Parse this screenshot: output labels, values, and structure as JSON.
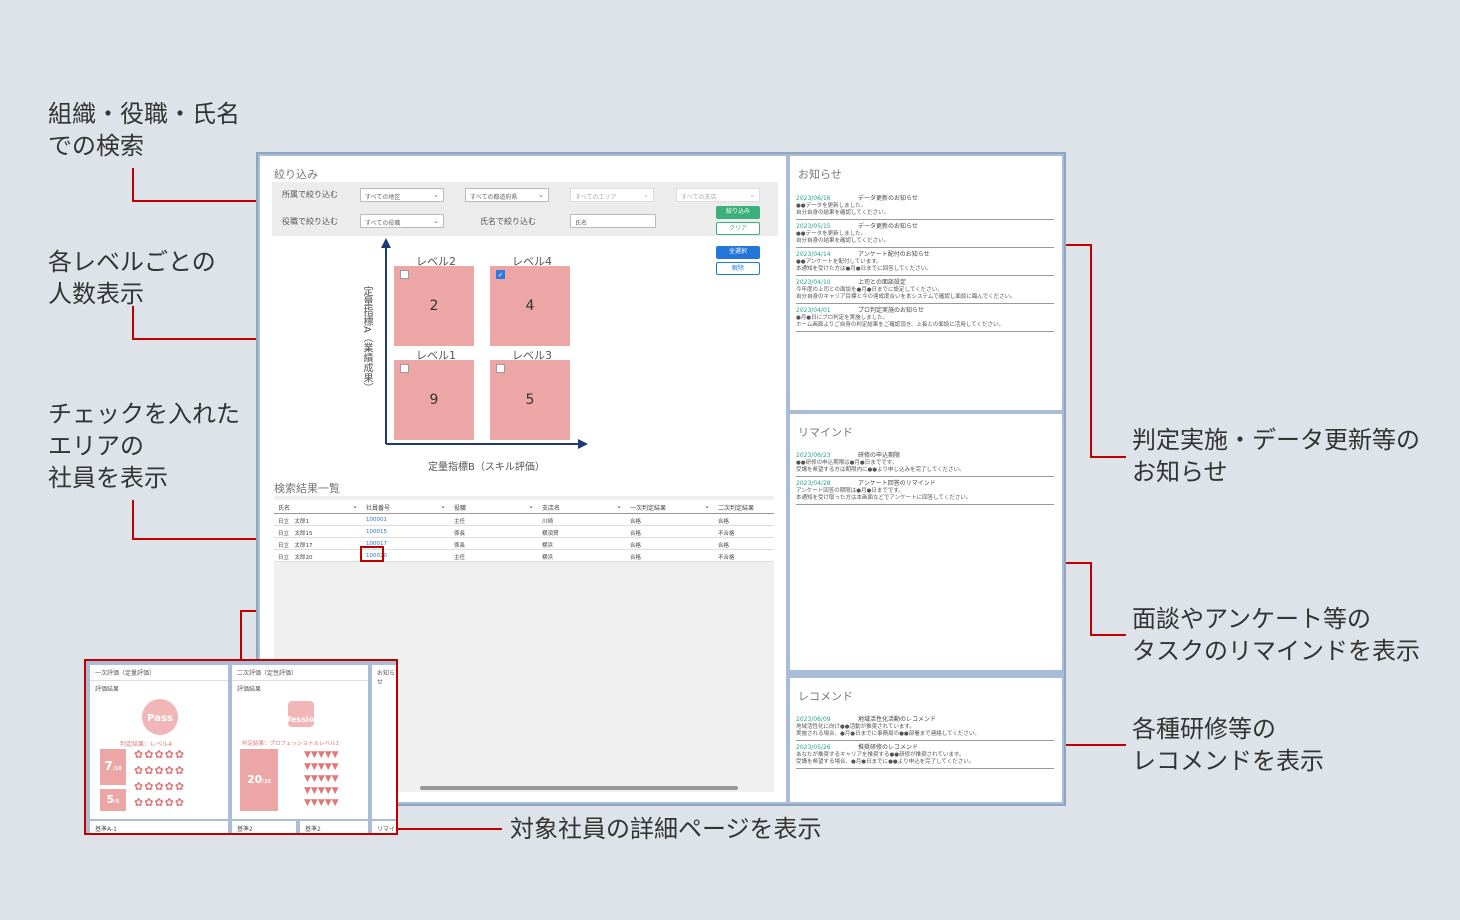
{
  "callouts": {
    "search": "組織・役職・氏名\nでの検索",
    "level_count": "各レベルごとの\n人数表示",
    "checked_area": "チェックを入れた\nエリアの\n社員を表示",
    "notice": "判定実施・データ更新等の\nお知らせ",
    "remind": "面談やアンケート等の\nタスクのリマインドを表示",
    "recommend": "各種研修等の\nレコメンドを表示",
    "detail": "対象社員の詳細ページを表示"
  },
  "filter": {
    "title": "絞り込み",
    "dept_label": "所属で絞り込む",
    "region": "すべての地区",
    "prefecture": "すべての都道府県",
    "area": "すべてのエリア",
    "branch": "すべての支店",
    "position_label": "役職で絞り込む",
    "position": "すべての役職",
    "name_label": "氏名で絞り込む",
    "name_placeholder": "氏名",
    "apply": "絞り込み",
    "clear": "クリア",
    "select_all": "全選択",
    "deselect": "解除"
  },
  "matrix": {
    "y_axis": "定量指標A（業績成果）",
    "x_axis": "定量指標B（スキル評価）",
    "cells": [
      {
        "label": "レベル2",
        "count": "2",
        "checked": false
      },
      {
        "label": "レベル4",
        "count": "4",
        "checked": true
      },
      {
        "label": "レベル1",
        "count": "9",
        "checked": false
      },
      {
        "label": "レベル3",
        "count": "5",
        "checked": false
      }
    ]
  },
  "results": {
    "title": "検索結果一覧",
    "columns": [
      "氏名",
      "社員番号",
      "役職",
      "支店名",
      "一次判定結果",
      "二次判定結果"
    ],
    "rows": [
      [
        "日立　太郎1",
        "100001",
        "主任",
        "川崎",
        "合格",
        "合格"
      ],
      [
        "日立　太郎15",
        "100015",
        "係長",
        "横須賀",
        "合格",
        "不合格"
      ],
      [
        "日立　太郎17",
        "100017",
        "係長",
        "横浜",
        "合格",
        "合格"
      ],
      [
        "日立　太郎20",
        "100020",
        "主任",
        "横浜",
        "合格",
        "不合格"
      ]
    ]
  },
  "notices": {
    "title": "お知らせ",
    "items": [
      {
        "date": "2023/06/16",
        "head": "データ更新のお知らせ",
        "body": "●●データを更新しました。\n自分自身の結果を確認してください。"
      },
      {
        "date": "2023/05/15",
        "head": "データ更新のお知らせ",
        "body": "●●データを更新しました。\n自分自身の結果を確認してください。"
      },
      {
        "date": "2023/04/14",
        "head": "アンケート配付のお知らせ",
        "body": "●●アンケートを配付しています。\n本通知を受けた方は●月●日までに回答してください。"
      },
      {
        "date": "2023/04/10",
        "head": "上司との面談設定",
        "body": "今年度の上司との面談を●月●日までに設定してください。\n自分自身のキャリア目標と今の達成度合いを本システムで確認し面談に臨んでください。"
      },
      {
        "date": "2023/04/01",
        "head": "プロ判定実施のお知らせ",
        "body": "●月●日にプロ判定を実施しました。\nホーム画面よりご自身の判定結果をご確認頂き、上長との面談に活用してください。"
      }
    ]
  },
  "reminds": {
    "title": "リマインド",
    "items": [
      {
        "date": "2023/06/23",
        "head": "研修の申込期限",
        "body": "●●研修の申込期限は●月●日までです。\n受講を希望する方は期限内に●●より申し込みを完了してください。"
      },
      {
        "date": "2023/04/28",
        "head": "アンケート回答のリマインド",
        "body": "アンケート回答の期限は●月●日までです。\n本通知を受け取った方は本画面などでアンケートに回答してください。"
      }
    ]
  },
  "recommends": {
    "title": "レコメンド",
    "items": [
      {
        "date": "2023/06/09",
        "head": "地域活性化活動のレコメンド",
        "body": "地域活性化に向け●●活動が推奨されています。\n実施される場合、●月●日までに事務局の●●部署まで連絡してください。"
      },
      {
        "date": "2023/05/26",
        "head": "推奨研修のレコメンド",
        "body": "あなたが推奨するキャリアを推奨する●●研修が推奨されています。\n受講を希望する場合、●月●日までに●●より申込を完了してください。"
      }
    ]
  },
  "detail_page": {
    "first_eval": "一次評価（定量評価）",
    "second_eval": "二次評価（定性評価）",
    "notice": "お知らせ",
    "eval_result": "評価結果",
    "badge1": "Pass",
    "badge2": "Professional",
    "result1": "判定結果：レベル4",
    "result2": "判定結果：プロフェッショナルレベル1",
    "score1": "7",
    "score1_unit": "/10",
    "score2": "5",
    "score2_unit": "/5",
    "score3": "20",
    "score3_unit": "/25",
    "footer1": "基準A-1",
    "footer2": "基準2",
    "footer3": "基準2",
    "footer4": "リマイ"
  },
  "colors": {
    "accent_red": "#c00000",
    "cell_pink": "#eca6a6",
    "link_blue": "#2477d8",
    "green": "#3cb07a"
  }
}
